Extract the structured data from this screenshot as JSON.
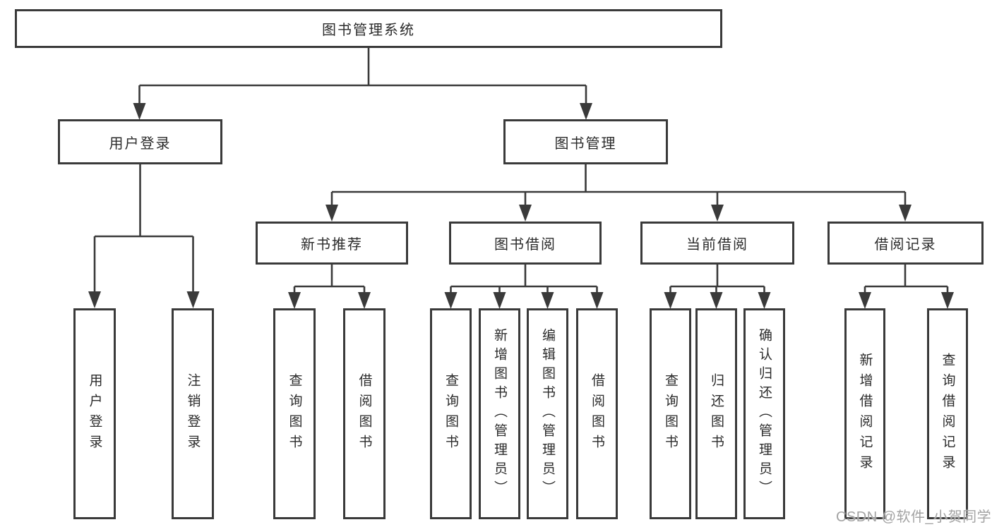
{
  "diagram": {
    "title": "图书管理系统",
    "nodes": {
      "root": "图书管理系统",
      "user_login": "用户登录",
      "book_mgmt": "图书管理",
      "new_book_rec": "新书推荐",
      "book_borrow": "图书借阅",
      "current_borrow": "当前借阅",
      "borrow_records": "借阅记录",
      "login_leaf": "用户登录",
      "logout_leaf": "注销登录",
      "nb_query": "查询图书",
      "nb_borrow": "借阅图书",
      "bb_query": "查询图书",
      "bb_add": "新增图书（管理员）",
      "bb_edit": "编辑图书（管理员）",
      "bb_borrow": "借阅图书",
      "cb_query": "查询图书",
      "cb_return": "归还图书",
      "cb_confirm": "确认归还（管理员）",
      "br_add": "新增借阅记录",
      "br_query": "查询借阅记录"
    },
    "colors": {
      "line": "#3a3a3a",
      "box_border": "#3a3a3a",
      "text": "#2b2b2b",
      "watermark": "#a3a3a3",
      "background": "#ffffff"
    },
    "watermark": "CSDN @软件_小贺同学"
  }
}
